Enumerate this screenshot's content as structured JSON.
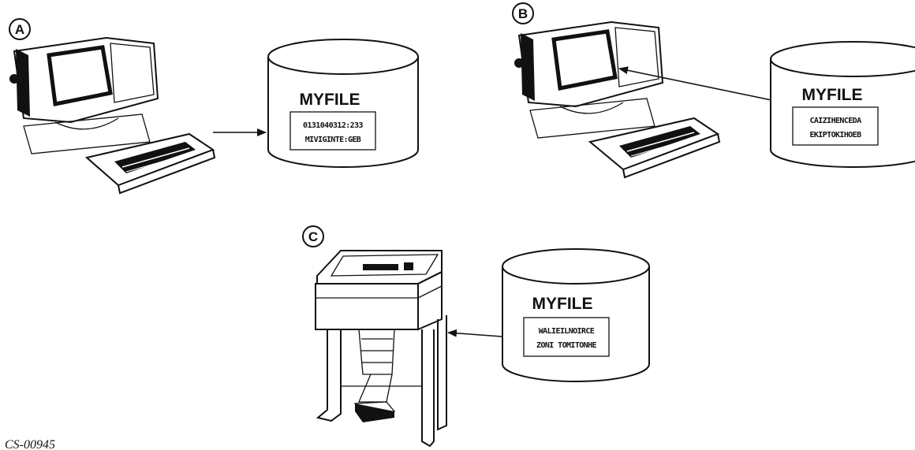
{
  "panels": [
    {
      "id": "A",
      "file": {
        "name": "MYFILE",
        "lines": [
          "0131040312:233",
          "MIVIGINTE:GEB"
        ]
      }
    },
    {
      "id": "B",
      "file": {
        "name": "MYFILE",
        "lines": [
          "CAIZIHENCEDA",
          "EKIPTOKIHOEB"
        ]
      }
    },
    {
      "id": "C",
      "file": {
        "name": "MYFILE",
        "lines": [
          "WALIEILNOIRCE",
          "ZONI TOMITONHE"
        ]
      }
    }
  ],
  "figure_id": "CS-00945"
}
